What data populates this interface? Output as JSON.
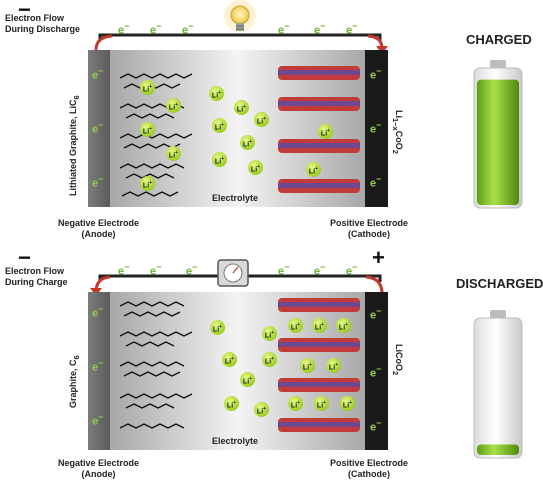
{
  "top": {
    "state": "CHARGED",
    "flow_line1": "Electron Flow",
    "flow_line2": "During Discharge",
    "sign": "−",
    "electron": "e",
    "electron_sup": "−",
    "anode_compound": "Lithiated Graphite, LiC",
    "anode_sub": "6",
    "cathode_compound": "Li",
    "cathode_sub": "1−x",
    "cathode_suffix": "CoO",
    "cathode_suffix_sub": "2",
    "ion": "Li",
    "ion_sup": "+",
    "electrolyte": "Electrolyte",
    "neg_line1": "Negative Electrode",
    "neg_line2": "(Anode)",
    "pos_line1": "Positive Electrode",
    "pos_line2": "(Cathode)",
    "battery_fill": 0.95,
    "battery_color": "#7cc21c"
  },
  "bottom": {
    "state": "DISCHARGED",
    "flow_line1": "Electron Flow",
    "flow_line2": "During  Charge",
    "sign_neg": "−",
    "sign_pos": "+",
    "electron": "e",
    "electron_sup": "−",
    "anode_compound": "Graphite, C",
    "anode_sub": "6",
    "cathode_compound": "LiCoO",
    "cathode_sub": "2",
    "ion": "Li",
    "ion_sup": "+",
    "electrolyte": "Electrolyte",
    "neg_line1": "Negative Electrode",
    "neg_line2": "(Anode)",
    "pos_line1": "Positive Electrode",
    "pos_line2": "(Cathode)",
    "battery_fill": 0.08,
    "battery_color": "#7cc21c"
  }
}
